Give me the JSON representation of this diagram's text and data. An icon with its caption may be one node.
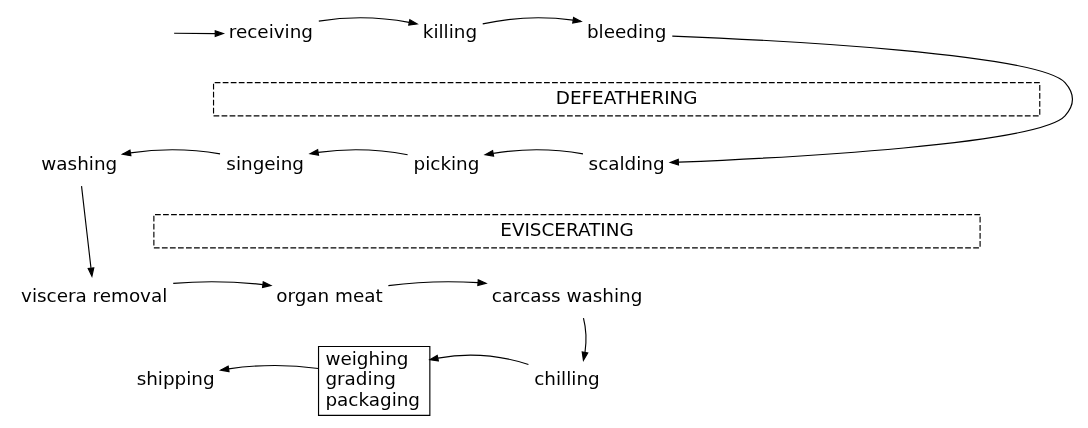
{
  "diagram": {
    "nodes": [
      {
        "text": [
          "receiving"
        ]
      },
      {
        "text": [
          "killing"
        ]
      },
      {
        "text": [
          "bleeding"
        ]
      },
      {
        "text": [
          "DEFEATHERING"
        ]
      },
      {
        "text": [
          "washing"
        ]
      },
      {
        "text": [
          "singeing"
        ]
      },
      {
        "text": [
          "picking"
        ]
      },
      {
        "text": [
          "scalding"
        ]
      },
      {
        "text": [
          "EVISCERATING"
        ]
      },
      {
        "text": [
          "viscera removal"
        ]
      },
      {
        "text": [
          "organ meat"
        ]
      },
      {
        "text": [
          "carcass washing"
        ]
      },
      {
        "text": [
          "chilling"
        ]
      },
      {
        "text": [
          "weighing",
          "grading",
          "packaging"
        ]
      },
      {
        "text": [
          "shipping"
        ]
      }
    ],
    "edges": [
      {
        "from": null,
        "to": 0,
        "arrow": "to"
      },
      {
        "from": 0,
        "to": 1,
        "arrow": "to"
      },
      {
        "from": 1,
        "to": 2,
        "arrow": "to"
      },
      {
        "from": 2,
        "to": 7,
        "arrow": "to"
      },
      {
        "from": 7,
        "to": 6,
        "arrow": "to"
      },
      {
        "from": 6,
        "to": 5,
        "arrow": "to"
      },
      {
        "from": 5,
        "to": 4,
        "arrow": "to"
      },
      {
        "from": 4,
        "to": 9,
        "arrow": "to"
      },
      {
        "from": 9,
        "to": 10,
        "arrow": "to"
      },
      {
        "from": 10,
        "to": 11,
        "arrow": "to"
      },
      {
        "from": 11,
        "to": 12,
        "arrow": "to"
      },
      {
        "from": 12,
        "to": 13,
        "arrow": "to"
      },
      {
        "from": 13,
        "to": 14,
        "arrow": "to"
      }
    ]
  }
}
